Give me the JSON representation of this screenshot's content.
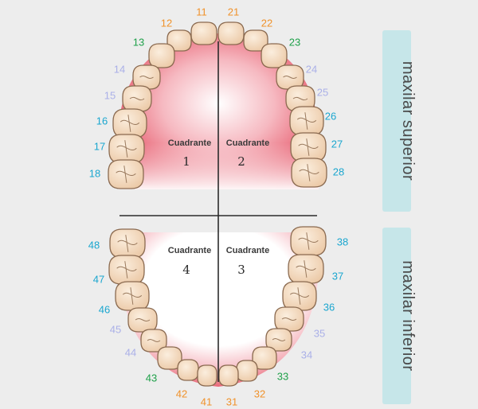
{
  "colors": {
    "background": "#ededed",
    "gum_red": "#e23b50",
    "tooth_fill": "#f3dcc2",
    "tooth_stroke": "#8a6a50",
    "panel": "#c6e6e9",
    "orange_numbers": "#f0922b",
    "green_numbers": "#1fa14a",
    "lavender_numbers": "#aab0e8",
    "cyan_numbers": "#1aa6cf"
  },
  "labels": {
    "upper": "maxilar superior",
    "lower": "maxilar inferior"
  },
  "quadrants": [
    {
      "title": "Cuadrante",
      "number": "1"
    },
    {
      "title": "Cuadrante",
      "number": "2"
    },
    {
      "title": "Cuadrante",
      "number": "4"
    },
    {
      "title": "Cuadrante",
      "number": "3"
    }
  ],
  "teeth": [
    {
      "label": "11",
      "color": "orange"
    },
    {
      "label": "21",
      "color": "orange"
    },
    {
      "label": "12",
      "color": "orange"
    },
    {
      "label": "22",
      "color": "orange"
    },
    {
      "label": "13",
      "color": "green"
    },
    {
      "label": "23",
      "color": "green"
    },
    {
      "label": "14",
      "color": "lavender"
    },
    {
      "label": "24",
      "color": "lavender"
    },
    {
      "label": "15",
      "color": "lavender"
    },
    {
      "label": "25",
      "color": "lavender"
    },
    {
      "label": "16",
      "color": "cyan"
    },
    {
      "label": "26",
      "color": "cyan"
    },
    {
      "label": "17",
      "color": "cyan"
    },
    {
      "label": "27",
      "color": "cyan"
    },
    {
      "label": "18",
      "color": "cyan"
    },
    {
      "label": "28",
      "color": "cyan"
    },
    {
      "label": "48",
      "color": "cyan"
    },
    {
      "label": "38",
      "color": "cyan"
    },
    {
      "label": "47",
      "color": "cyan"
    },
    {
      "label": "37",
      "color": "cyan"
    },
    {
      "label": "46",
      "color": "cyan"
    },
    {
      "label": "36",
      "color": "cyan"
    },
    {
      "label": "45",
      "color": "lavender"
    },
    {
      "label": "35",
      "color": "lavender"
    },
    {
      "label": "44",
      "color": "lavender"
    },
    {
      "label": "34",
      "color": "lavender"
    },
    {
      "label": "43",
      "color": "green"
    },
    {
      "label": "33",
      "color": "green"
    },
    {
      "label": "42",
      "color": "orange"
    },
    {
      "label": "32",
      "color": "orange"
    },
    {
      "label": "41",
      "color": "orange"
    },
    {
      "label": "31",
      "color": "orange"
    }
  ]
}
